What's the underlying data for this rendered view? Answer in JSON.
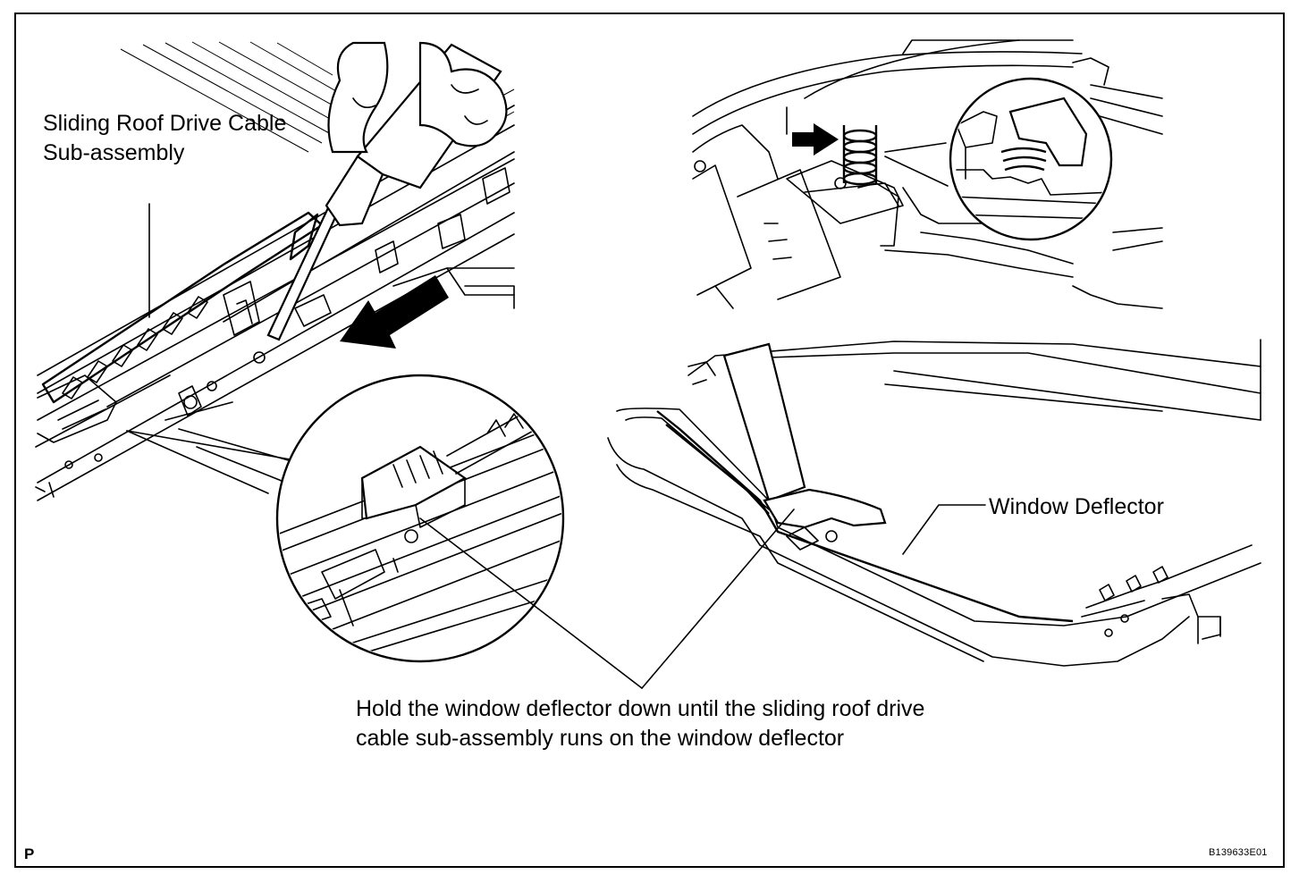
{
  "labels": {
    "cable": "Sliding Roof Drive Cable\nSub-assembly",
    "deflector": "Window Deflector",
    "instruction": "Hold the window deflector down until the sliding roof drive\ncable sub-assembly runs on the window deflector",
    "corner_mark": "P",
    "figure_code": "B139633E01"
  },
  "colors": {
    "line": "#000000",
    "background": "#ffffff"
  },
  "icons": [
    "push-arrow-icon",
    "press-arrow-icon"
  ]
}
